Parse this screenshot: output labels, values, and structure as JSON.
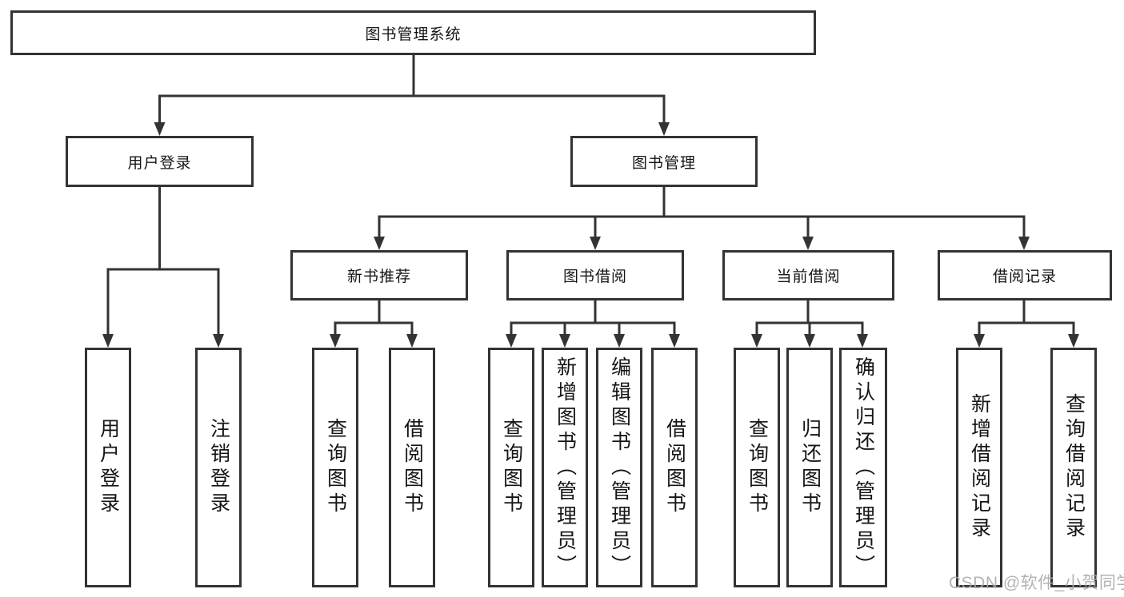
{
  "diagram": {
    "root": {
      "label": "图书管理系统"
    },
    "branches": [
      {
        "label": "用户登录",
        "children": [
          "用户登录",
          "注销登录"
        ]
      },
      {
        "label": "图书管理",
        "groups": [
          {
            "label": "新书推荐",
            "children": [
              "查询图书",
              "借阅图书"
            ]
          },
          {
            "label": "图书借阅",
            "children": [
              "查询图书",
              "新增图书（管理员）",
              "编辑图书（管理员）",
              "借阅图书"
            ]
          },
          {
            "label": "当前借阅",
            "children": [
              "查询图书",
              "归还图书",
              "确认归还（管理员）"
            ]
          },
          {
            "label": "借阅记录",
            "children": [
              "新增借阅记录",
              "查询借阅记录"
            ]
          }
        ]
      }
    ],
    "colors": {
      "line": "#333333",
      "text": "#151515",
      "watermark": "#ababab",
      "background": "#ffffff"
    },
    "watermark": "CSDN @软件_小贺同学"
  }
}
